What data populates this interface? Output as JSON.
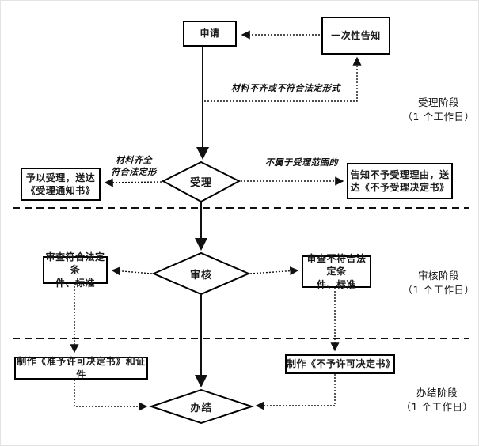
{
  "flowchart": {
    "nodes": {
      "apply": {
        "label": "申请"
      },
      "one_time_notice": {
        "label": "一次性告知"
      },
      "accept_decision": {
        "label": "受理"
      },
      "review_decision": {
        "label": "审核"
      },
      "finish": {
        "label": "办结"
      },
      "accept_grant": {
        "line1": "予以受理，送达",
        "line2": "《受理通知书》"
      },
      "accept_reject": {
        "line1": "告知不予受理理由，送",
        "line2": "达《不予受理决定书》"
      },
      "review_pass": {
        "line1": "审查符合法定条",
        "line2": "件、标准"
      },
      "review_fail": {
        "line1": "审查不符合法定条",
        "line2": "件、标准"
      },
      "make_permit": {
        "label": "制作《准予许可决定书》和证件"
      },
      "make_denial": {
        "label": "制作《不予许可决定书》"
      }
    },
    "edge_labels": {
      "materials_incomplete": "材料不齐或不符合法定形式",
      "materials_complete_line1": "材料齐全",
      "materials_complete_line2": "符合法定形",
      "out_of_scope": "不属于受理范围的"
    },
    "stages": [
      {
        "name": "受理阶段",
        "duration": "（1 个工作日）"
      },
      {
        "name": "审核阶段",
        "duration": "（1 个工作日）"
      },
      {
        "name": "办结阶段",
        "duration": "（1 个工作日）"
      }
    ],
    "colors": {
      "line": "#1a1a1a",
      "box_border": "#000000",
      "background": "#ffffff"
    }
  }
}
